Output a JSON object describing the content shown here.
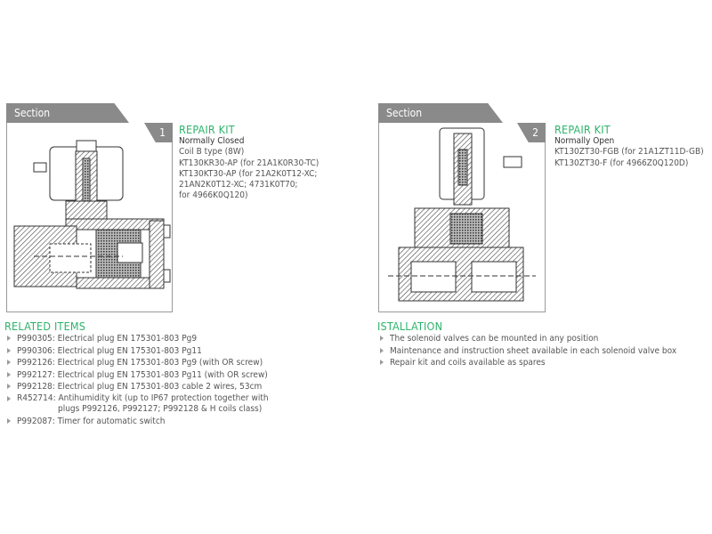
{
  "section1": {
    "tab": "Section",
    "number": "1",
    "title": "REPAIR KIT",
    "subtitle": "Normally Closed",
    "lines": [
      "Coil B type (8W)",
      "KT130KR30-AP (for 21A1K0R30-TC)",
      "KT130KT30-AP (for 21A2K0T12-XC;",
      "21AN2K0T12-XC; 4731K0T70;",
      "for 4966K0Q120)"
    ]
  },
  "section2": {
    "tab": "Section",
    "number": "2",
    "title": "REPAIR KIT",
    "subtitle": "Normally Open",
    "lines": [
      "KT130ZT30-FGB (for 21A1ZT11D-GB)",
      "KT130ZT30-F (for 4966Z0Q120D)"
    ]
  },
  "related": {
    "title": "RELATED ITEMS",
    "items": [
      "P990305: Electrical plug EN 175301-803 Pg9",
      "P990306: Electrical plug EN 175301-803 Pg11",
      "P992126: Electrical plug EN 175301-803 Pg9 (with OR screw)",
      "P992127: Electrical plug EN 175301-803 Pg11 (with OR screw)",
      "P992128: Electrical plug EN 175301-803 cable 2 wires, 53cm",
      "R452714: Antihumidity kit (up to IP67 protection together with",
      "P992087: Timer for automatic switch"
    ],
    "continuation": "plugs P992126, P992127; P992128 & H coils class)"
  },
  "installation": {
    "title": "ISTALLATION",
    "items": [
      "The solenoid valves can be mounted in any position",
      "Maintenance and instruction sheet available in each solenoid valve box",
      "Repair kit and coils available as spares"
    ]
  },
  "colors": {
    "accent": "#2db36b",
    "tab": "#8a8a8a"
  }
}
